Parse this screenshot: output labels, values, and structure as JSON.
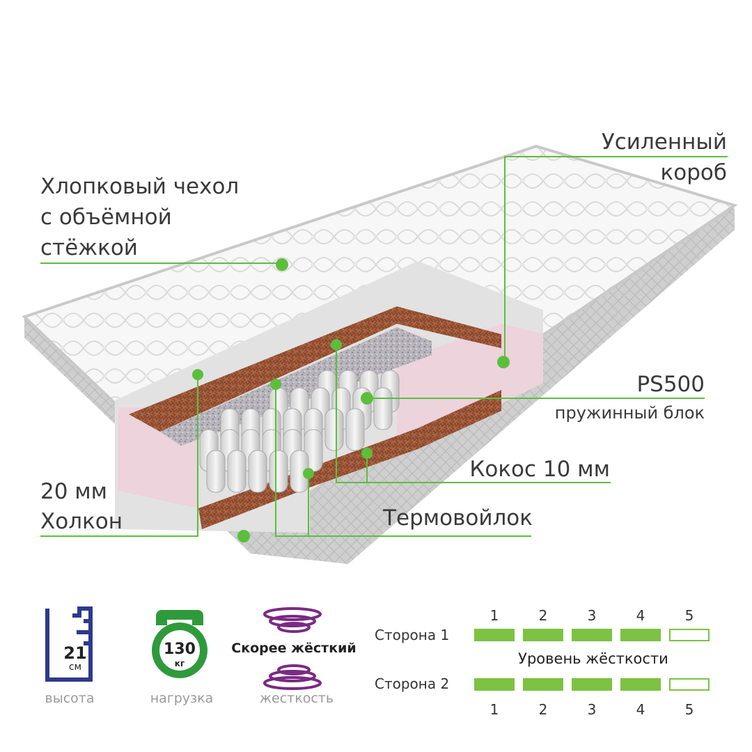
{
  "colors": {
    "accent": "#7dc242",
    "callout": "#5bbf3c",
    "navy": "#2e3a8c",
    "green_dark": "#2f9a3c",
    "purple": "#7a2a83",
    "text": "#3a3a3a",
    "caption": "#9a9a9a"
  },
  "labels": {
    "cover_line1": "Хлопковый чехол",
    "cover_line2": "с объёмной",
    "cover_line3": "стёжкой",
    "box_line1": "Усиленный",
    "box_line2": "короб",
    "spring_title": "PS500",
    "spring_sub": "пружинный блок",
    "coconut": "Кокос 10 мм",
    "holcon_line1": "20 мм",
    "holcon_line2": "Холкон",
    "felt": "Термовойлок"
  },
  "specs": {
    "height_value": "21",
    "height_unit": "см",
    "height_caption": "высота",
    "load_value": "130",
    "load_unit": "кг",
    "load_caption": "нагрузка",
    "stiffness_label": "Скорее жёсткий",
    "stiffness_caption": "жесткость"
  },
  "firmness": {
    "title": "Уровень жёсткости",
    "scale": [
      "1",
      "2",
      "3",
      "4",
      "5"
    ],
    "sides": [
      {
        "label": "Сторона 1",
        "level": 4
      },
      {
        "label": "Сторона 2",
        "level": 4
      }
    ]
  },
  "icons": [
    "ruler-icon",
    "kettlebell-icon",
    "spring-icon"
  ]
}
